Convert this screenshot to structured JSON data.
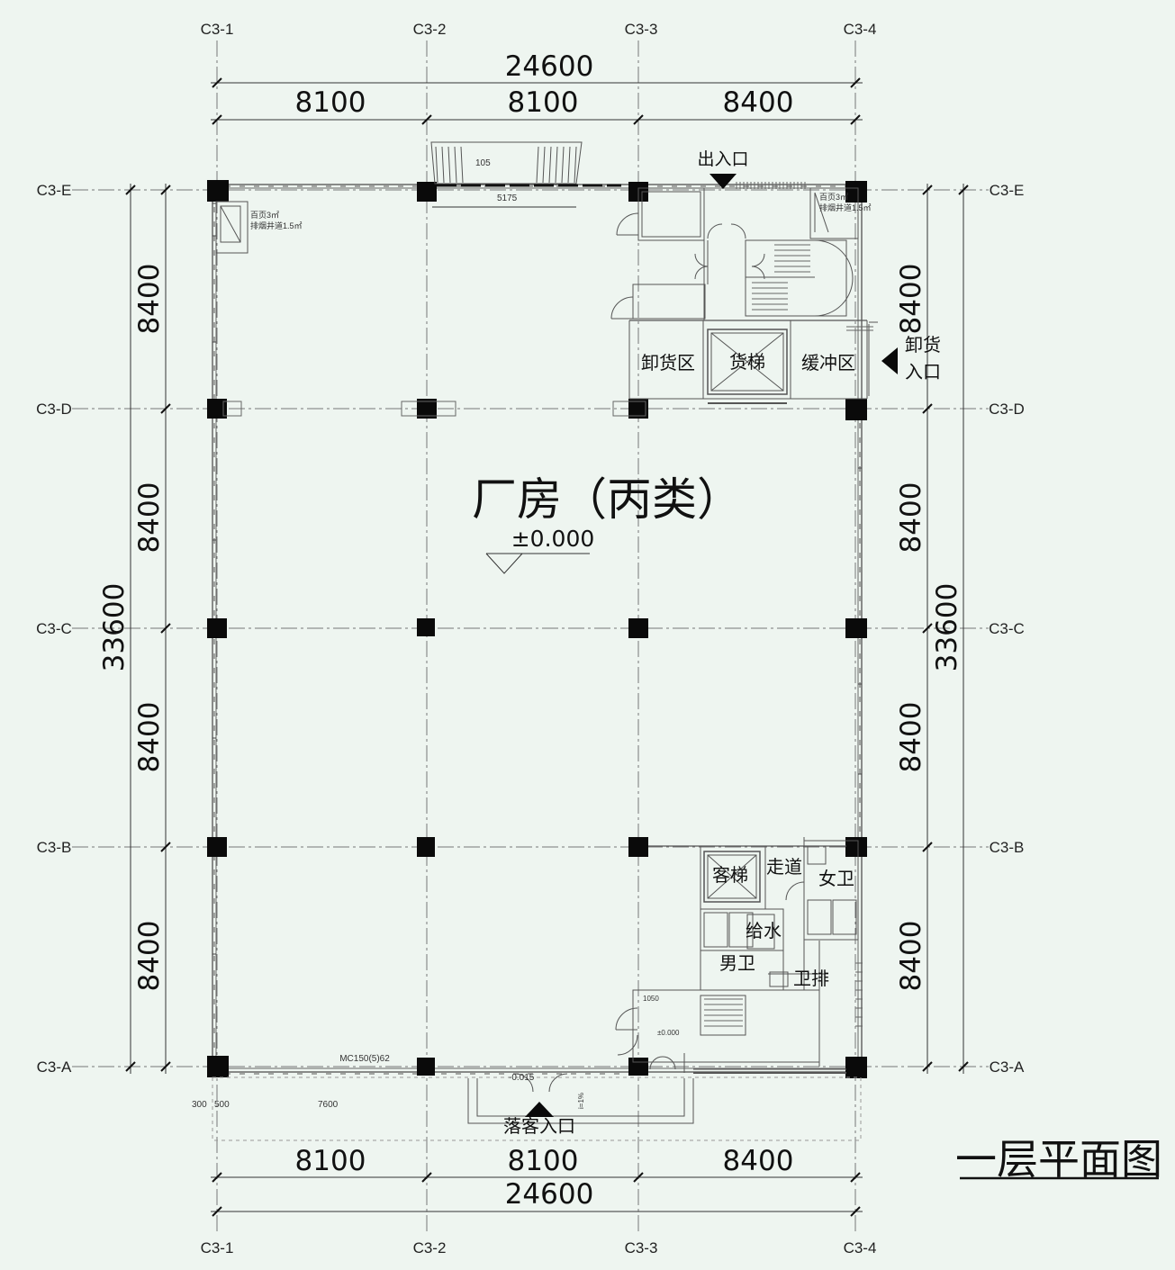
{
  "grid_columns": [
    "C3-1",
    "C3-2",
    "C3-3",
    "C3-4"
  ],
  "grid_rows": [
    "C3-E",
    "C3-D",
    "C3-C",
    "C3-B",
    "C3-A"
  ],
  "dims": {
    "total_width": "24600",
    "bays": [
      "8100",
      "8100",
      "8400"
    ],
    "total_depth": "33600",
    "row_bay": "8400"
  },
  "main_room": {
    "name": "厂房（丙类）",
    "elevation": "±0.000"
  },
  "rooms": {
    "unload": "卸货区",
    "freight_lift": "货梯",
    "buffer": "缓冲区",
    "passenger_lift": "客梯",
    "corridor": "走道",
    "female_wc": "女卫",
    "water": "给水",
    "male_wc": "男卫",
    "drain": "卫排"
  },
  "entries": {
    "top": "出入口",
    "side_1": "卸货",
    "side_2": "入口",
    "bottom": "落客入口"
  },
  "notes": {
    "louver_left_1": "百页3㎡",
    "louver_left_2": "排烟井道1.5㎡",
    "louver_right_1": "百页3㎡",
    "louver_right_2": "排烟井道1.5㎡",
    "canopy_top": "105",
    "dim_5175": "5175",
    "window_code": "MC150(5)62",
    "dim_300": "300",
    "dim_500": "500",
    "dim_7600": "7600",
    "level_bottom": "-0.015",
    "stair_1050": "1050",
    "stair_level": "±0.000",
    "slope": "i=1%"
  },
  "drawing_title": "一层平面图"
}
